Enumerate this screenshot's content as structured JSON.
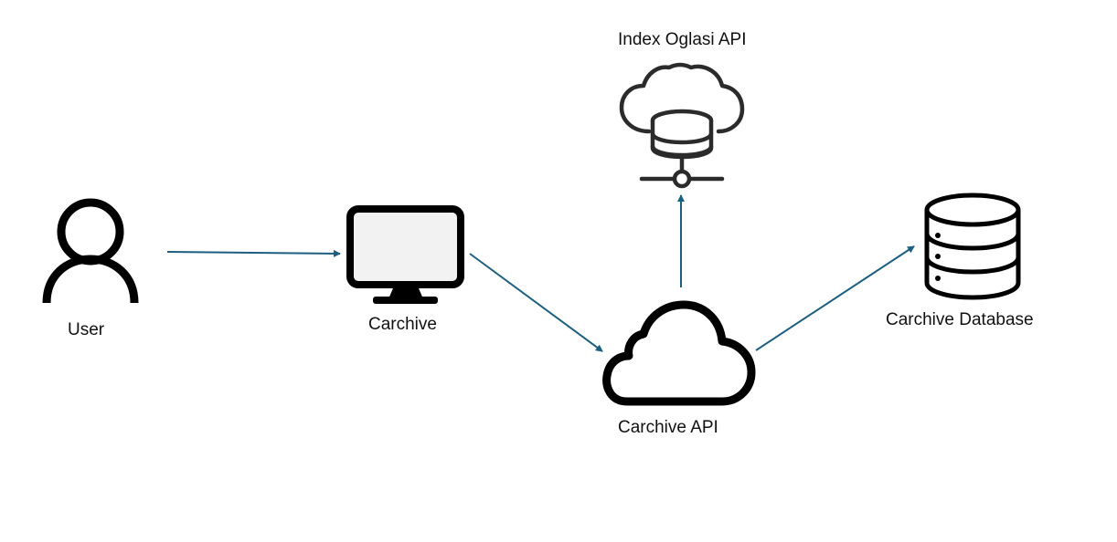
{
  "diagram": {
    "nodes": {
      "user": {
        "label": "User",
        "icon": "user-icon"
      },
      "carchive": {
        "label": "Carchive",
        "icon": "monitor-icon"
      },
      "carchive_api": {
        "label": "Carchive API",
        "icon": "cloud-icon"
      },
      "index_oglasi_api": {
        "label": "Index Oglasi API",
        "icon": "cloud-database-network-icon"
      },
      "carchive_database": {
        "label": "Carchive Database",
        "icon": "database-icon"
      }
    },
    "edges": [
      {
        "from": "user",
        "to": "carchive"
      },
      {
        "from": "carchive",
        "to": "carchive_api"
      },
      {
        "from": "carchive_api",
        "to": "index_oglasi_api"
      },
      {
        "from": "carchive_api",
        "to": "carchive_database"
      }
    ],
    "colors": {
      "arrow": "#1c5f80",
      "icon_stroke": "#000000",
      "cloud_db_stroke": "#2b2b2b",
      "monitor_screen": "#f2f2f2"
    }
  }
}
